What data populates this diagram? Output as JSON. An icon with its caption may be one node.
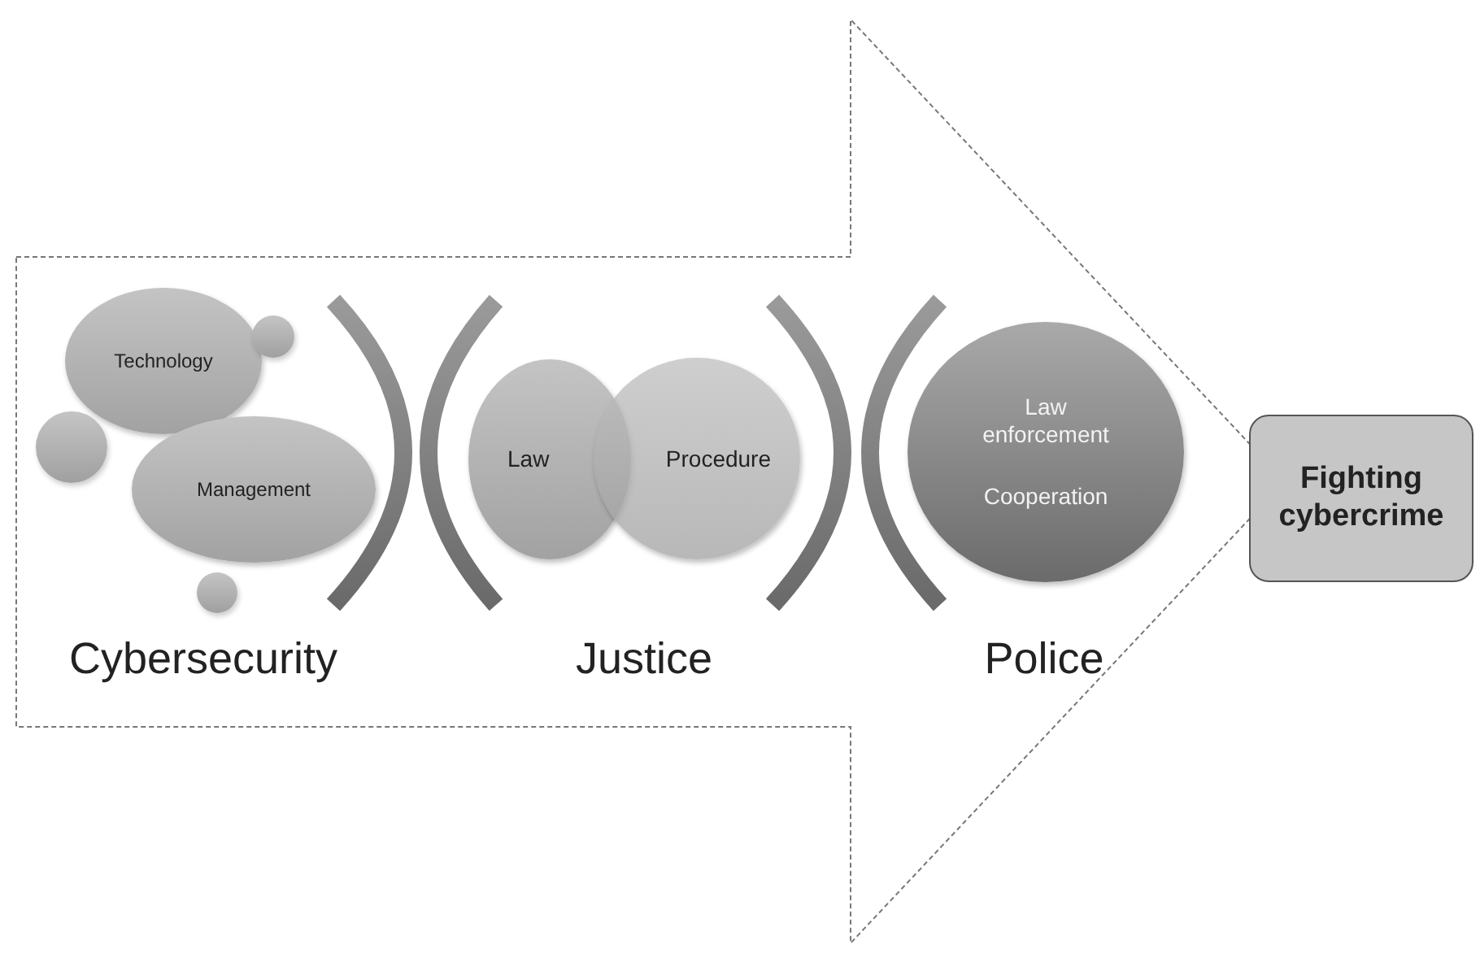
{
  "diagram": {
    "nodes": [
      {
        "text": [],
        "shape": "arrow"
      },
      {
        "text": [
          "Technology"
        ],
        "in": 0
      },
      {
        "text": [
          "Management"
        ],
        "in": 0
      },
      {
        "text": [],
        "shape": "circle",
        "in": 0
      },
      {
        "text": [],
        "shape": "circle",
        "in": 0
      },
      {
        "text": [],
        "shape": "circle",
        "in": 0
      },
      {
        "text": [
          "Law"
        ],
        "in": 0
      },
      {
        "text": [
          "Procedure"
        ],
        "in": 0
      },
      {
        "text": [
          "Law enforcement",
          "Cooperation"
        ],
        "in": 0
      },
      {
        "text": [
          "Fighting cybercrime"
        ]
      }
    ],
    "labels": [
      "Cybersecurity",
      "Justice",
      "Police"
    ]
  }
}
